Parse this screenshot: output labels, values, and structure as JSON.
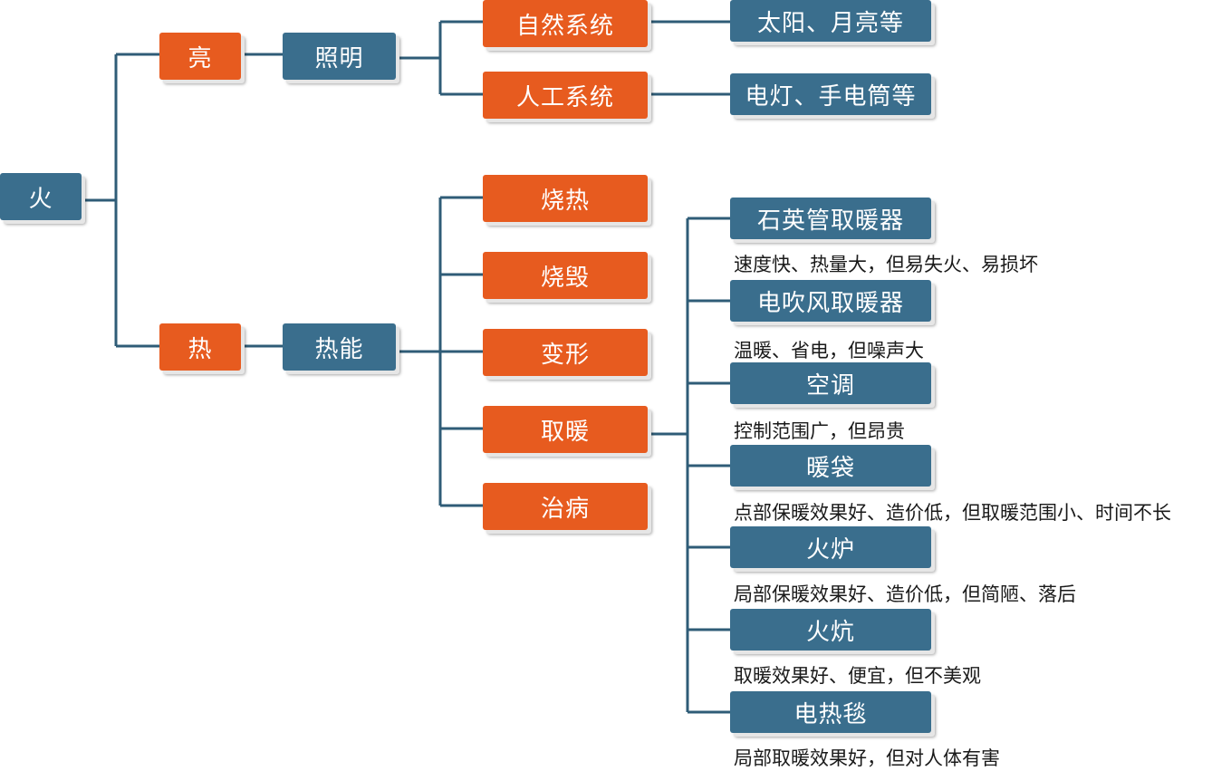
{
  "colors": {
    "blue": "#3a6e8d",
    "orange": "#e75b1f",
    "connector": "#2f5c77"
  },
  "root": {
    "label": "火"
  },
  "branches": {
    "light": {
      "label": "亮",
      "sub": "照明",
      "children": [
        {
          "label": "自然系统",
          "example": "太阳、月亮等"
        },
        {
          "label": "人工系统",
          "example": "电灯、手电筒等"
        }
      ]
    },
    "heat": {
      "label": "热",
      "sub": "热能",
      "children": [
        "烧热",
        "烧毁",
        "变形",
        "取暖",
        "治病"
      ]
    }
  },
  "heaters": [
    {
      "label": "石英管取暖器",
      "note": "速度快、热量大，但易失火、易损坏"
    },
    {
      "label": "电吹风取暖器",
      "note": "温暖、省电，但噪声大"
    },
    {
      "label": "空调",
      "note": "控制范围广，但昂贵"
    },
    {
      "label": "暖袋",
      "note": "点部保暖效果好、造价低，但取暖范围小、时间不长"
    },
    {
      "label": "火炉",
      "note": "局部保暖效果好、造价低，但简陋、落后"
    },
    {
      "label": "火炕",
      "note": "取暖效果好、便宜，但不美观"
    },
    {
      "label": "电热毯",
      "note": "局部取暖效果好，但对人体有害"
    }
  ]
}
